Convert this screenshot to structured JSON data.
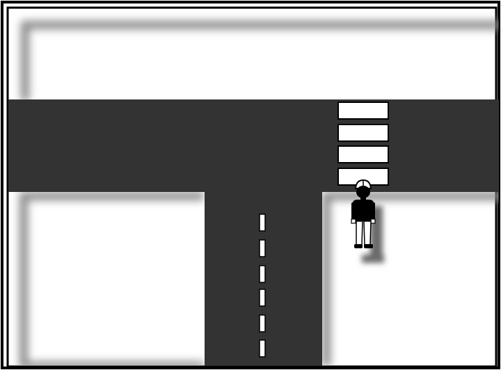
{
  "scene": {
    "description_type": "road-intersection-illustration",
    "road_layout": "T-junction",
    "crosswalk_stripes": 4,
    "center_dash_count": 6,
    "colors": {
      "road": "#333333",
      "frame": "#000000",
      "background": "#ffffff",
      "marking": "#ffffff",
      "shadow": "#7a7a7a"
    },
    "pedestrian": {
      "present": true,
      "position_word": "right-corner-by-crosswalk",
      "wears_cap": true
    }
  }
}
